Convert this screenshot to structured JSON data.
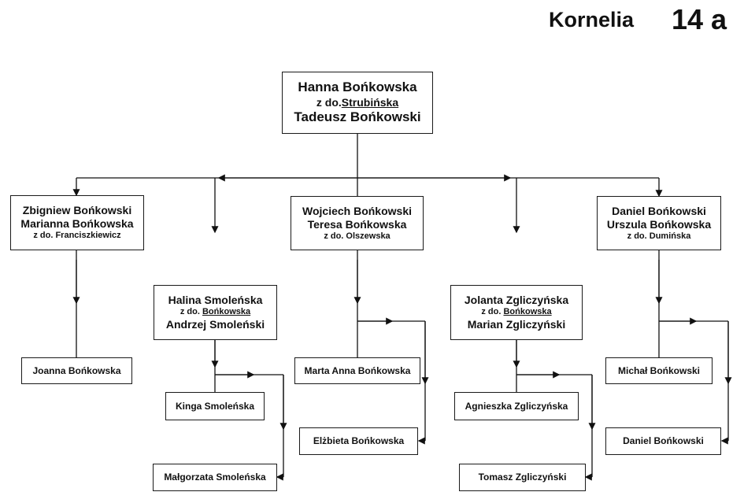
{
  "header": {
    "name": "Kornelia",
    "number": "14 a"
  },
  "root": {
    "line1": "Hanna  Bońkowska",
    "maiden_prefix": "z do.",
    "maiden_name": "Strubińska",
    "line3": "Tadeusz  Bońkowski"
  },
  "children": {
    "zbigniew": {
      "line1": "Zbigniew  Bońkowski",
      "line2": "Marianna Bońkowska",
      "line3": "z do. Franciszkiewicz"
    },
    "halina": {
      "line1": "Halina  Smoleńska",
      "maiden_prefix": "z do. ",
      "maiden_name": "Bońkowska",
      "line3": "Andrzej  Smoleński"
    },
    "wojciech": {
      "line1": "Wojciech  Bońkowski",
      "line2": "Teresa  Bońkowska",
      "line3": "z do. Olszewska"
    },
    "jolanta": {
      "line1": "Jolanta  Zgliczyńska",
      "maiden_prefix": "z do. ",
      "maiden_name": "Bońkowska",
      "line3": "Marian   Zgliczyński"
    },
    "daniel": {
      "line1": "Daniel Bońkowski",
      "line2": "Urszula Bońkowska",
      "line3": "z do. Dumińska"
    }
  },
  "grandchildren": {
    "joanna": "Joanna  Bońkowska",
    "kinga": "Kinga  Smoleńska",
    "malgorzata": "Małgorzata Smoleńska",
    "marta": "Marta Anna Bońkowska",
    "elzbieta": "Elżbieta  Bońkowska",
    "agnieszka": "Agnieszka Zgliczyńska",
    "tomasz": "Tomasz  Zgliczyński",
    "michal": "Michał  Bońkowski",
    "daniel_jr": "Daniel  Bońkowski"
  }
}
